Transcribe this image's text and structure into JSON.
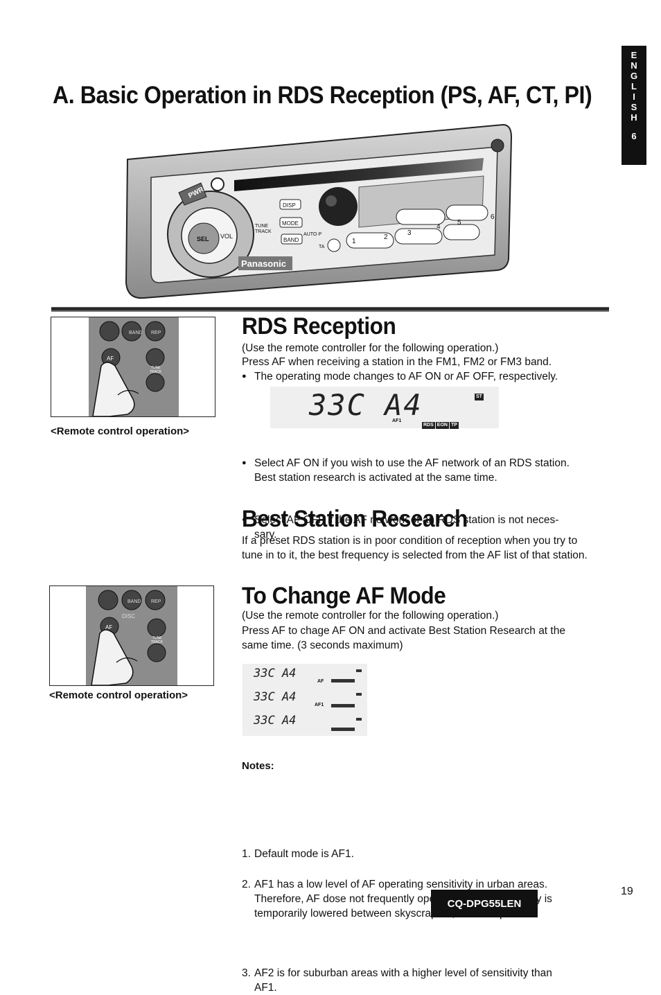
{
  "lang_tab": {
    "letters": [
      "E",
      "N",
      "G",
      "L",
      "I",
      "S",
      "H"
    ],
    "page": "6"
  },
  "title": "A. Basic Operation in RDS Reception (PS, AF, CT, PI)",
  "device": {
    "keys": {
      "pwr": "PWR",
      "sel": "SEL",
      "vol": "VOL",
      "disp": "DISP",
      "mode": "MODE",
      "band": "BAND",
      "auto_p": "AUTO·P",
      "tune": "TUNE",
      "track": "TRACK",
      "ta": "TA"
    },
    "presets": [
      "1",
      "2",
      "3",
      "4",
      "5",
      "6"
    ],
    "brand": "Panasonic"
  },
  "rds_reception": {
    "heading": "RDS Reception",
    "p1": "(Use the remote controller for the following operation.)",
    "p2": "Press AF when receiving a station in the FM1, FM2 or FM3 band.",
    "b1": "The operating mode changes to AF ON or AF OFF, respectively.",
    "lcd": {
      "text": "33C  A4",
      "st": "ST",
      "af": "AF1",
      "tags": [
        "RDS",
        "EON",
        "TP"
      ]
    },
    "b2_l1": "Select AF ON if you wish to use the AF network of an RDS station.",
    "b2_l2": "Best station research is activated at the same time.",
    "b3_l1": "Select AF OFF if the AF network of an RDS station is not neces-",
    "b3_l2": "sary."
  },
  "remote": {
    "caption": "<Remote control operation>",
    "keys": {
      "af": "AF",
      "band": "BAND",
      "rep": "REP",
      "tune": "TUNE",
      "track": "TRACK",
      "disc": "DISC"
    }
  },
  "best_station": {
    "heading": "Best Station Research",
    "l1": "If a preset RDS station is in poor condition of reception when you try to",
    "l2": "tune in to it, the best frequency is selected from the AF list of that station."
  },
  "change_af": {
    "heading": "To Change AF Mode",
    "p1": "(Use the remote controller for the following operation.)",
    "p2_l1": "Press AF to chage AF ON and activate Best Station Research at the",
    "p2_l2": "same time. (3 seconds maximum)",
    "lcd_rows": [
      {
        "text": "33C A4",
        "af": "AF"
      },
      {
        "text": "33C A4",
        "af": "AF1"
      },
      {
        "text": "33C A4",
        "af": ""
      }
    ]
  },
  "notes": {
    "heading": "Notes:",
    "n1": {
      "num": "1.",
      "l1": "Default mode is AF1."
    },
    "n2": {
      "num": "2.",
      "l1": "AF1 has a low level of AF operating sensitivity in urban areas.",
      "l2": "Therefore, AF dose not frequently operate even of  sensitivity is",
      "l3": "temporarily lowered between skyscrapers, for examples."
    },
    "n3": {
      "num": "3.",
      "l1": "AF2 is for suburban areas with a higher level of sensitivity than",
      "l2": "AF1."
    }
  },
  "footer": {
    "model": "CQ-DPG55LEN",
    "page": "19"
  }
}
